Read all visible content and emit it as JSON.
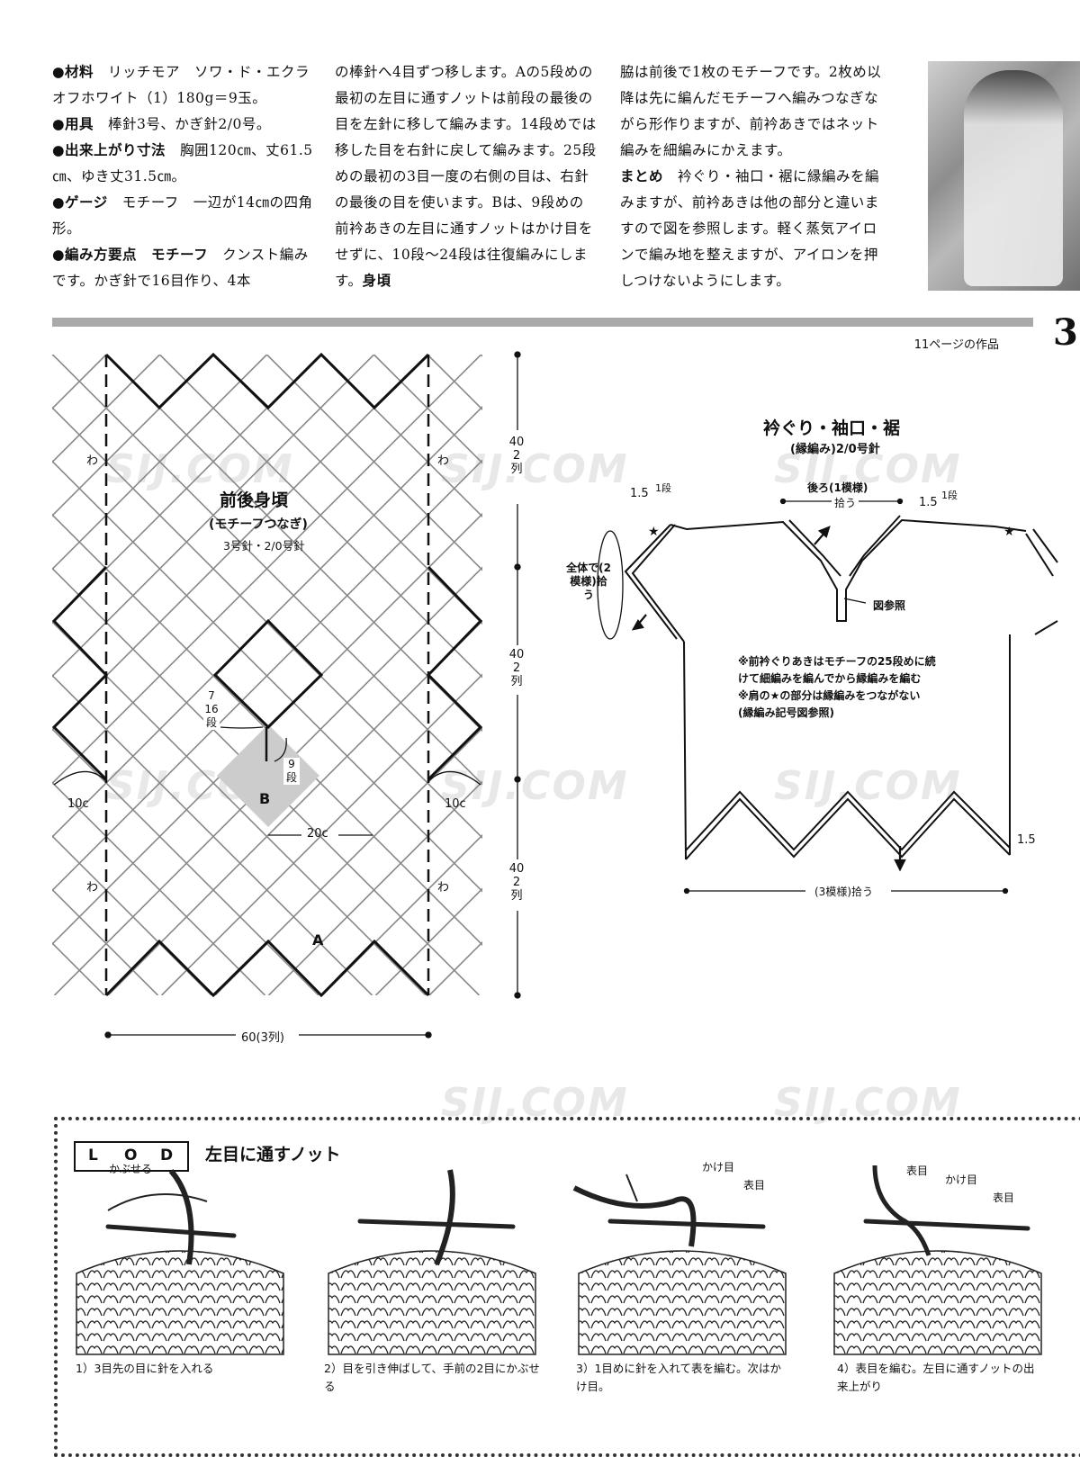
{
  "text": {
    "col1": [
      {
        "head": "●材料",
        "body": "　リッチモア　ソワ・ド・エクラ　オフホワイト（1）180g＝9玉。"
      },
      {
        "head": "●用具",
        "body": "　棒針3号、かぎ針2/0号。"
      },
      {
        "head": "●出来上がり寸法",
        "body": "　胸囲120㎝、丈61.5㎝、ゆき丈31.5㎝。"
      },
      {
        "head": "●ゲージ",
        "body": "　モチーフ　一辺が14㎝の四角形。"
      },
      {
        "head": "●編み方要点　モチーフ",
        "body": "　クンスト編みです。かぎ針で16目作り、4本"
      }
    ],
    "col2": "の棒針へ4目ずつ移します。Aの5段めの最初の左目に通すノットは前段の最後の目を左針に移して編みます。14段めでは移した目を右針に戻して編みます。25段めの最初の3目一度の右側の目は、右針の最後の目を使います。Bは、9段めの前衿あきの左目に通すノットはかけ目をせずに、10段～24段は往復編みにします。",
    "col2_tail": "身頃",
    "col3_a": "脇は前後で1枚のモチーフです。2枚め以降は先に編んだモチーフへ編みつなぎながら形作りますが、前衿あきではネット編みを細編みにかえます。",
    "col3_b_head": "まとめ",
    "col3_b": "　衿ぐり・袖口・裾に縁編みを編みますが、前衿あきは他の部分と違いますので図を参照します。軽く蒸気アイロンで編み地を整えますが、アイロンを押しつけないようにします。"
  },
  "header": {
    "page_ref": "11ページの作品",
    "page_no": "3"
  },
  "diagram_left": {
    "title": "前後身頃",
    "subtitle": "(モチーフつなぎ)",
    "needles": "3号針・2/0号針",
    "wa": "わ",
    "dim_40": "40",
    "dim_2col": "2列",
    "dim_10c": "10c",
    "dim_20c": "20c",
    "dim_60": "60(3列)",
    "dim_7": "7",
    "dim_16": "16段",
    "dim_9": "9段",
    "label_a": "A",
    "label_b": "B"
  },
  "diagram_right": {
    "title": "衿ぐり・袖口・裾",
    "subtitle": "(縁編み)2/0号針",
    "back": "後ろ(1模様)",
    "pickup": "拾う",
    "dim_15": "1.5",
    "dan": "1段",
    "whole": "全体で(2模様)拾う",
    "see_fig": "図参照",
    "note1": "※前衿ぐりあきはモチーフの25段めに続",
    "note2": "けて細編みを編んでから縁編みを編む",
    "note3": "※肩の★の部分は縁編みをつながない",
    "note4": "(縁編み記号図参照)",
    "bottom": "(3模様)拾う"
  },
  "technique": {
    "tag": [
      "L",
      "O",
      "D"
    ],
    "title": "左目に通すノット",
    "kabuseru": "かぶせる",
    "kakeme": "かけ目",
    "omoteme": "表目",
    "steps": [
      "1）3目先の目に針を入れる",
      "2）目を引き伸ばして、手前の2目にかぶせる",
      "3）1目めに針を入れて表を編む。次はかけ目。",
      "4）表目を編む。左目に通すノットの出来上がり"
    ]
  },
  "watermark": "SIJ.COM"
}
